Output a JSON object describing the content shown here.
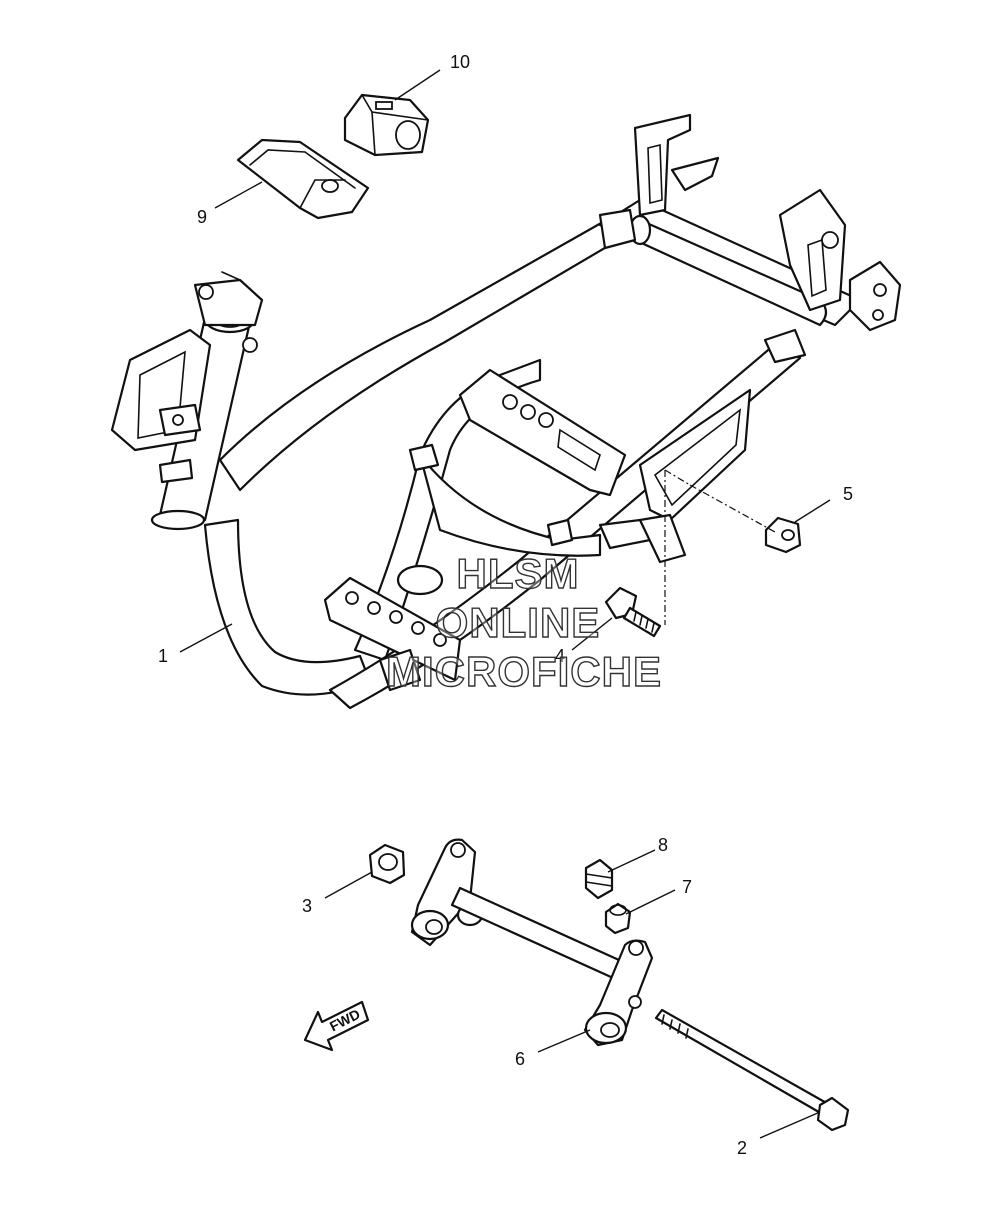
{
  "diagram": {
    "callouts": [
      {
        "id": "1",
        "label": "1"
      },
      {
        "id": "2",
        "label": "2"
      },
      {
        "id": "3",
        "label": "3"
      },
      {
        "id": "4",
        "label": "4"
      },
      {
        "id": "5",
        "label": "5"
      },
      {
        "id": "6",
        "label": "6"
      },
      {
        "id": "7",
        "label": "7"
      },
      {
        "id": "8",
        "label": "8"
      },
      {
        "id": "9",
        "label": "9"
      },
      {
        "id": "10",
        "label": "10"
      }
    ],
    "watermark": {
      "line1": "HLSM",
      "line2": "ONLINE",
      "line3": "MICROFICHE"
    },
    "direction_arrow": {
      "label": "FWD",
      "icon": "forward-arrow-icon"
    },
    "colors": {
      "line": "#111111",
      "background": "#ffffff"
    }
  }
}
